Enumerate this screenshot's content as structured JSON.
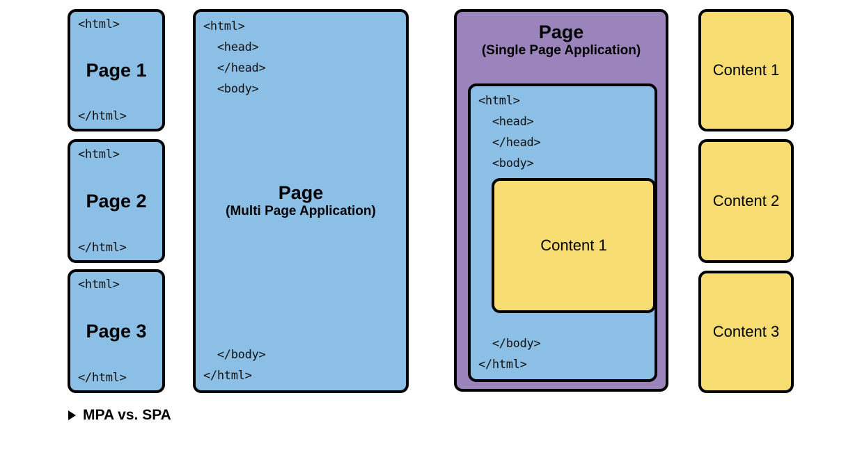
{
  "diagram": {
    "caption": "MPA vs. SPA",
    "bullet_icon": "triangle-right-icon",
    "colors": {
      "blue": "#8CBFE5",
      "yellow": "#F7DC72",
      "purple": "#9B83BC",
      "stroke": "#000000",
      "background": "#FFFFFF"
    }
  },
  "mpa": {
    "pages": [
      {
        "open_tag": "<html>",
        "title": "Page 1",
        "close_tag": "</html>"
      },
      {
        "open_tag": "<html>",
        "title": "Page 2",
        "close_tag": "</html>"
      },
      {
        "open_tag": "<html>",
        "title": "Page 3",
        "close_tag": "</html>"
      }
    ],
    "page_box": {
      "code_top": "<html>\n  <head>\n  </head>\n  <body>",
      "label_main": "Page",
      "label_sub": "(Multi Page Application)",
      "code_bottom": "  </body>\n</html>"
    }
  },
  "spa": {
    "label_main": "Page",
    "label_sub": "(Single Page Application)",
    "code_top": "<html>\n  <head>\n  </head>\n  <body>",
    "code_bottom": "  </body>\n</html>",
    "inner_content_label": "Content 1",
    "contents": [
      {
        "label": "Content 1"
      },
      {
        "label": "Content 2"
      },
      {
        "label": "Content 3"
      }
    ]
  }
}
